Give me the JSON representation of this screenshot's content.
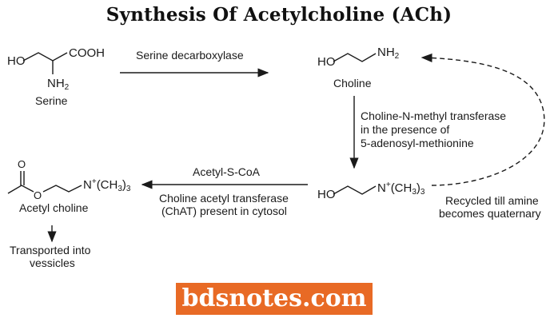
{
  "title": "Synthesis Of Acetylcholine (ACh)",
  "molecules": {
    "serine": {
      "ho": "HO",
      "cooh": "COOH",
      "nh2": "NH",
      "nh2_sub": "2",
      "name": "Serine"
    },
    "choline": {
      "ho": "HO",
      "nh2": "NH",
      "nh2_sub": "2",
      "name": "Choline"
    },
    "quaternary_choline": {
      "ho": "HO",
      "n": "N",
      "n_sup": "+",
      "ch3": "(CH",
      "ch3_sub": "3",
      "ch3_close": ")",
      "ch3_count": "3"
    },
    "acetylcholine": {
      "o_top": "O",
      "o_ester": "O",
      "n": "N",
      "n_sup": "+",
      "ch3": "(CH",
      "ch3_sub": "3",
      "ch3_close": ")",
      "ch3_count": "3",
      "name": "Acetyl choline"
    }
  },
  "steps": {
    "serine_to_choline": {
      "enzyme": "Serine decarboxylase"
    },
    "methylation": {
      "line1": "Choline-N-methyl transferase",
      "line2": "in the presence of",
      "line3": "5-adenosyl-methionine"
    },
    "acetylation": {
      "cofactor": "Acetyl-S-CoA",
      "line1": "Choline acetyl transferase",
      "line2": "(ChAT) present in cytosol"
    },
    "recycle": {
      "line1": "Recycled till amine",
      "line2": "becomes quaternary"
    },
    "transport": {
      "line1": "Transported into",
      "line2": "vessicles"
    }
  },
  "watermark": {
    "text": "bdsnotes.com",
    "color": "#e86a25"
  }
}
